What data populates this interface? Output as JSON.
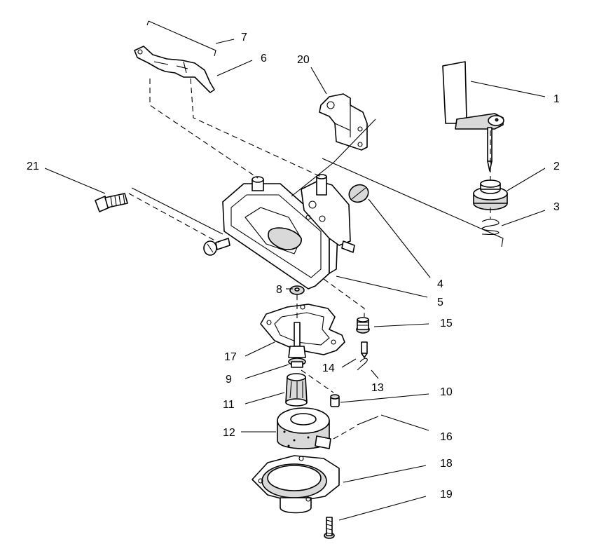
{
  "callouts": [
    {
      "id": "1",
      "text": "1"
    },
    {
      "id": "2",
      "text": "2"
    },
    {
      "id": "3",
      "text": "3"
    },
    {
      "id": "4",
      "text": "4"
    },
    {
      "id": "5",
      "text": "5"
    },
    {
      "id": "6",
      "text": "6"
    },
    {
      "id": "7",
      "text": "7"
    },
    {
      "id": "8",
      "text": "8"
    },
    {
      "id": "9",
      "text": "9"
    },
    {
      "id": "10",
      "text": "10"
    },
    {
      "id": "11",
      "text": "11"
    },
    {
      "id": "12",
      "text": "12"
    },
    {
      "id": "13",
      "text": "13"
    },
    {
      "id": "14",
      "text": "14"
    },
    {
      "id": "15",
      "text": "15"
    },
    {
      "id": "16",
      "text": "16"
    },
    {
      "id": "17",
      "text": "17"
    },
    {
      "id": "18",
      "text": "18"
    },
    {
      "id": "19",
      "text": "19"
    },
    {
      "id": "20",
      "text": "20"
    },
    {
      "id": "21",
      "text": "21"
    }
  ],
  "colors": {
    "line": "#000000",
    "background": "#ffffff",
    "shade": "#d9d9d9"
  }
}
